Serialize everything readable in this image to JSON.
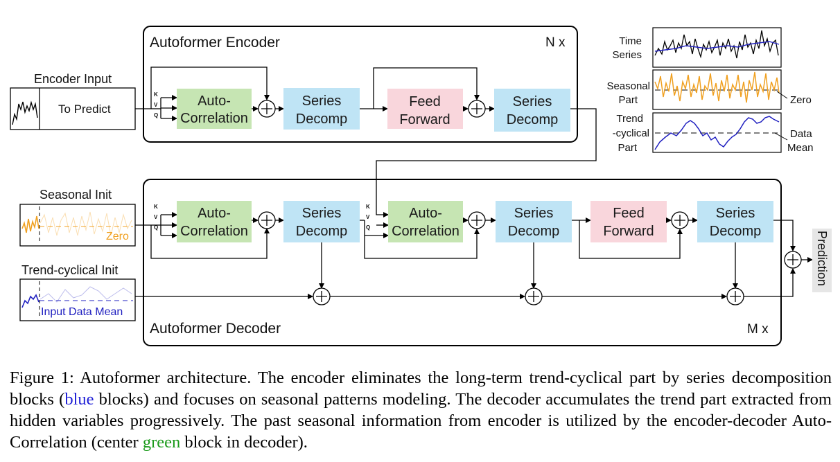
{
  "encoder": {
    "title": "Autoformer Encoder",
    "repeat": "N x",
    "blocks": {
      "autocorr": [
        "Auto-",
        "Correlation"
      ],
      "decomp1": [
        "Series",
        "Decomp"
      ],
      "ff": [
        "Feed",
        "Forward"
      ],
      "decomp2": [
        "Series",
        "Decomp"
      ]
    }
  },
  "decoder": {
    "title": "Autoformer Decoder",
    "repeat": "M x",
    "blocks": {
      "autocorr1": [
        "Auto-",
        "Correlation"
      ],
      "decomp1": [
        "Series",
        "Decomp"
      ],
      "autocorr2": [
        "Auto-",
        "Correlation"
      ],
      "decomp2": [
        "Series",
        "Decomp"
      ],
      "ff": [
        "Feed",
        "Forward"
      ],
      "decomp3": [
        "Series",
        "Decomp"
      ]
    }
  },
  "kvq": [
    "K",
    "V",
    "Q"
  ],
  "inputs": {
    "encoder_input": "Encoder Input",
    "to_predict": "To Predict",
    "seasonal_init": "Seasonal Init",
    "seasonal_zero": "Zero",
    "trend_init": "Trend-cyclical Init",
    "trend_mean": "Input Data Mean"
  },
  "legend": {
    "time_series": [
      "Time",
      "Series"
    ],
    "seasonal": [
      "Seasonal",
      "Part"
    ],
    "trend": [
      "Trend",
      "-cyclical",
      "Part"
    ],
    "zero": "Zero",
    "data_mean": [
      "Data",
      "Mean"
    ]
  },
  "prediction": "Prediction",
  "caption": {
    "p1": "Figure 1: Autoformer architecture. The encoder eliminates the long-term trend-cyclical part by series decomposition blocks (",
    "blue_word": "blue",
    "p2": " blocks) and focuses on seasonal patterns modeling. The decoder accumulates the trend part extracted from hidden variables progressively. The past seasonal information from encoder is utilized by the encoder-decoder Auto-Correlation (center ",
    "green_word": "green",
    "p3": " block in decoder)."
  },
  "colors": {
    "autocorr": "#c6e5b3",
    "decomp": "#bfe4f5",
    "ff": "#f9d6dc",
    "seasonal": "#f0a020",
    "trend": "#2020c0",
    "prediction_bg": "#e6e6e6"
  }
}
